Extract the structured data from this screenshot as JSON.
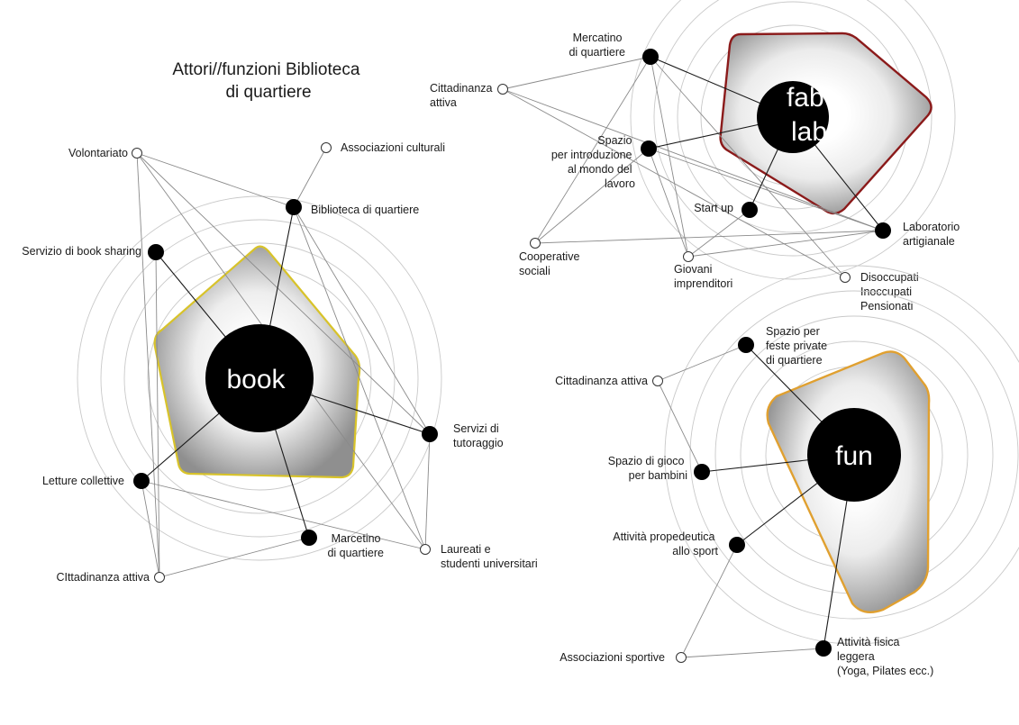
{
  "title": {
    "line1": "Attori//funzioni Biblioteca",
    "line2": "di quartiere"
  },
  "colors": {
    "book_outline": "#d8c32a",
    "fablab_outline": "#8b1a1a",
    "fun_outline": "#e0a030",
    "node_fill": "#000000",
    "ring": "#c9c9c9",
    "edge": "#8a8a8a"
  },
  "hubs": {
    "book": {
      "label": "book"
    },
    "fablab": {
      "line1": "fab",
      "line2": "lab"
    },
    "fun": {
      "label": "fun"
    }
  },
  "nodes": {
    "book": {
      "volontariato": [
        "Volontariato"
      ],
      "associazioni_culturali": [
        "Associazioni culturali"
      ],
      "biblioteca": [
        "Biblioteca di quartiere"
      ],
      "book_sharing": [
        "Servizio di book sharing"
      ],
      "tutoraggio": [
        "Servizi di",
        "tutoraggio"
      ],
      "letture": [
        "Letture collettive"
      ],
      "marcetino": [
        "Marcetino",
        "di quartiere"
      ],
      "laureati": [
        "Laureati e",
        "studenti universitari"
      ],
      "cittadinanza": [
        "CIttadinanza attiva"
      ]
    },
    "fablab": {
      "mercatino": [
        "Mercatino",
        "di quartiere"
      ],
      "cittadinanza": [
        "Cittadinanza",
        "attiva"
      ],
      "spazio_lavoro": [
        "Spazio",
        "per introduzione",
        "al mondo del",
        "lavoro"
      ],
      "start_up": [
        "Start up"
      ],
      "laboratorio": [
        "Laboratorio",
        "artigianale"
      ],
      "cooperative": [
        "Cooperative",
        "sociali"
      ],
      "giovani": [
        "Giovani",
        "imprenditori"
      ],
      "disoccupati": [
        "Disoccupati",
        "Inoccupati",
        "Pensionati"
      ]
    },
    "fun": {
      "feste": [
        "Spazio per",
        "feste private",
        "di quartiere"
      ],
      "cittadinanza": [
        "Cittadinanza attiva"
      ],
      "gioco": [
        "Spazio di gioco",
        "per bambini"
      ],
      "sport": [
        "Attività propedeutica",
        "allo sport"
      ],
      "fisica": [
        "Attività fisica",
        "leggera",
        "(Yoga, Pilates ecc.)"
      ],
      "associazioni_sportive": [
        "Associazioni sportive"
      ]
    }
  }
}
